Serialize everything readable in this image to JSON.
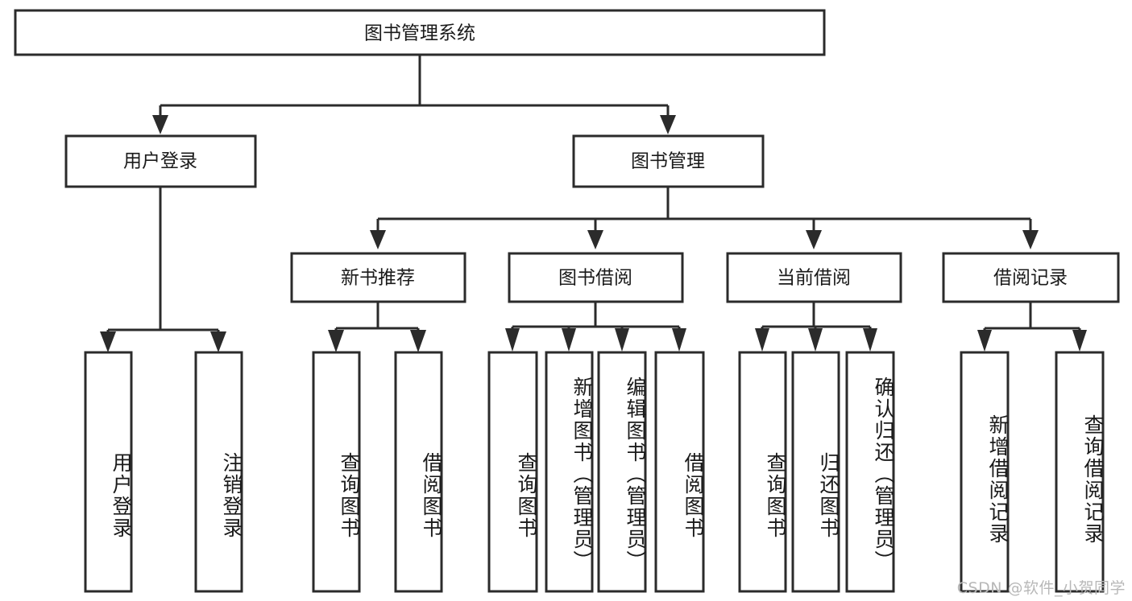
{
  "diagram": {
    "title": "图书管理系统",
    "type": "tree-hierarchy-chart",
    "root": {
      "label": "图书管理系统"
    },
    "level2": [
      {
        "label": "用户登录"
      },
      {
        "label": "图书管理"
      }
    ],
    "level3": [
      {
        "label": "新书推荐"
      },
      {
        "label": "图书借阅"
      },
      {
        "label": "当前借阅"
      },
      {
        "label": "借阅记录"
      }
    ],
    "leaves_user_login": [
      {
        "label": "用户登录"
      },
      {
        "label": "注销登录"
      }
    ],
    "leaves_new_book": [
      {
        "label": "查询图书"
      },
      {
        "label": "借阅图书"
      }
    ],
    "leaves_book_borrow": [
      {
        "label": "查询图书"
      },
      {
        "label": "新增图书（管理员）"
      },
      {
        "label": "编辑图书（管理员）"
      },
      {
        "label": "借阅图书"
      }
    ],
    "leaves_current_borrow": [
      {
        "label": "查询图书"
      },
      {
        "label": "归还图书"
      },
      {
        "label": "确认归还（管理员）"
      }
    ],
    "leaves_borrow_record": [
      {
        "label": "新增借阅记录"
      },
      {
        "label": "查询借阅记录"
      }
    ]
  },
  "watermark": {
    "text": "CSDN @软件_小贺同学"
  },
  "colors": {
    "box_stroke": "#2b2b2b",
    "box_fill": "#ffffff",
    "text": "#1a1a1a",
    "watermark": "#b8b8b8",
    "background": "#ffffff"
  }
}
